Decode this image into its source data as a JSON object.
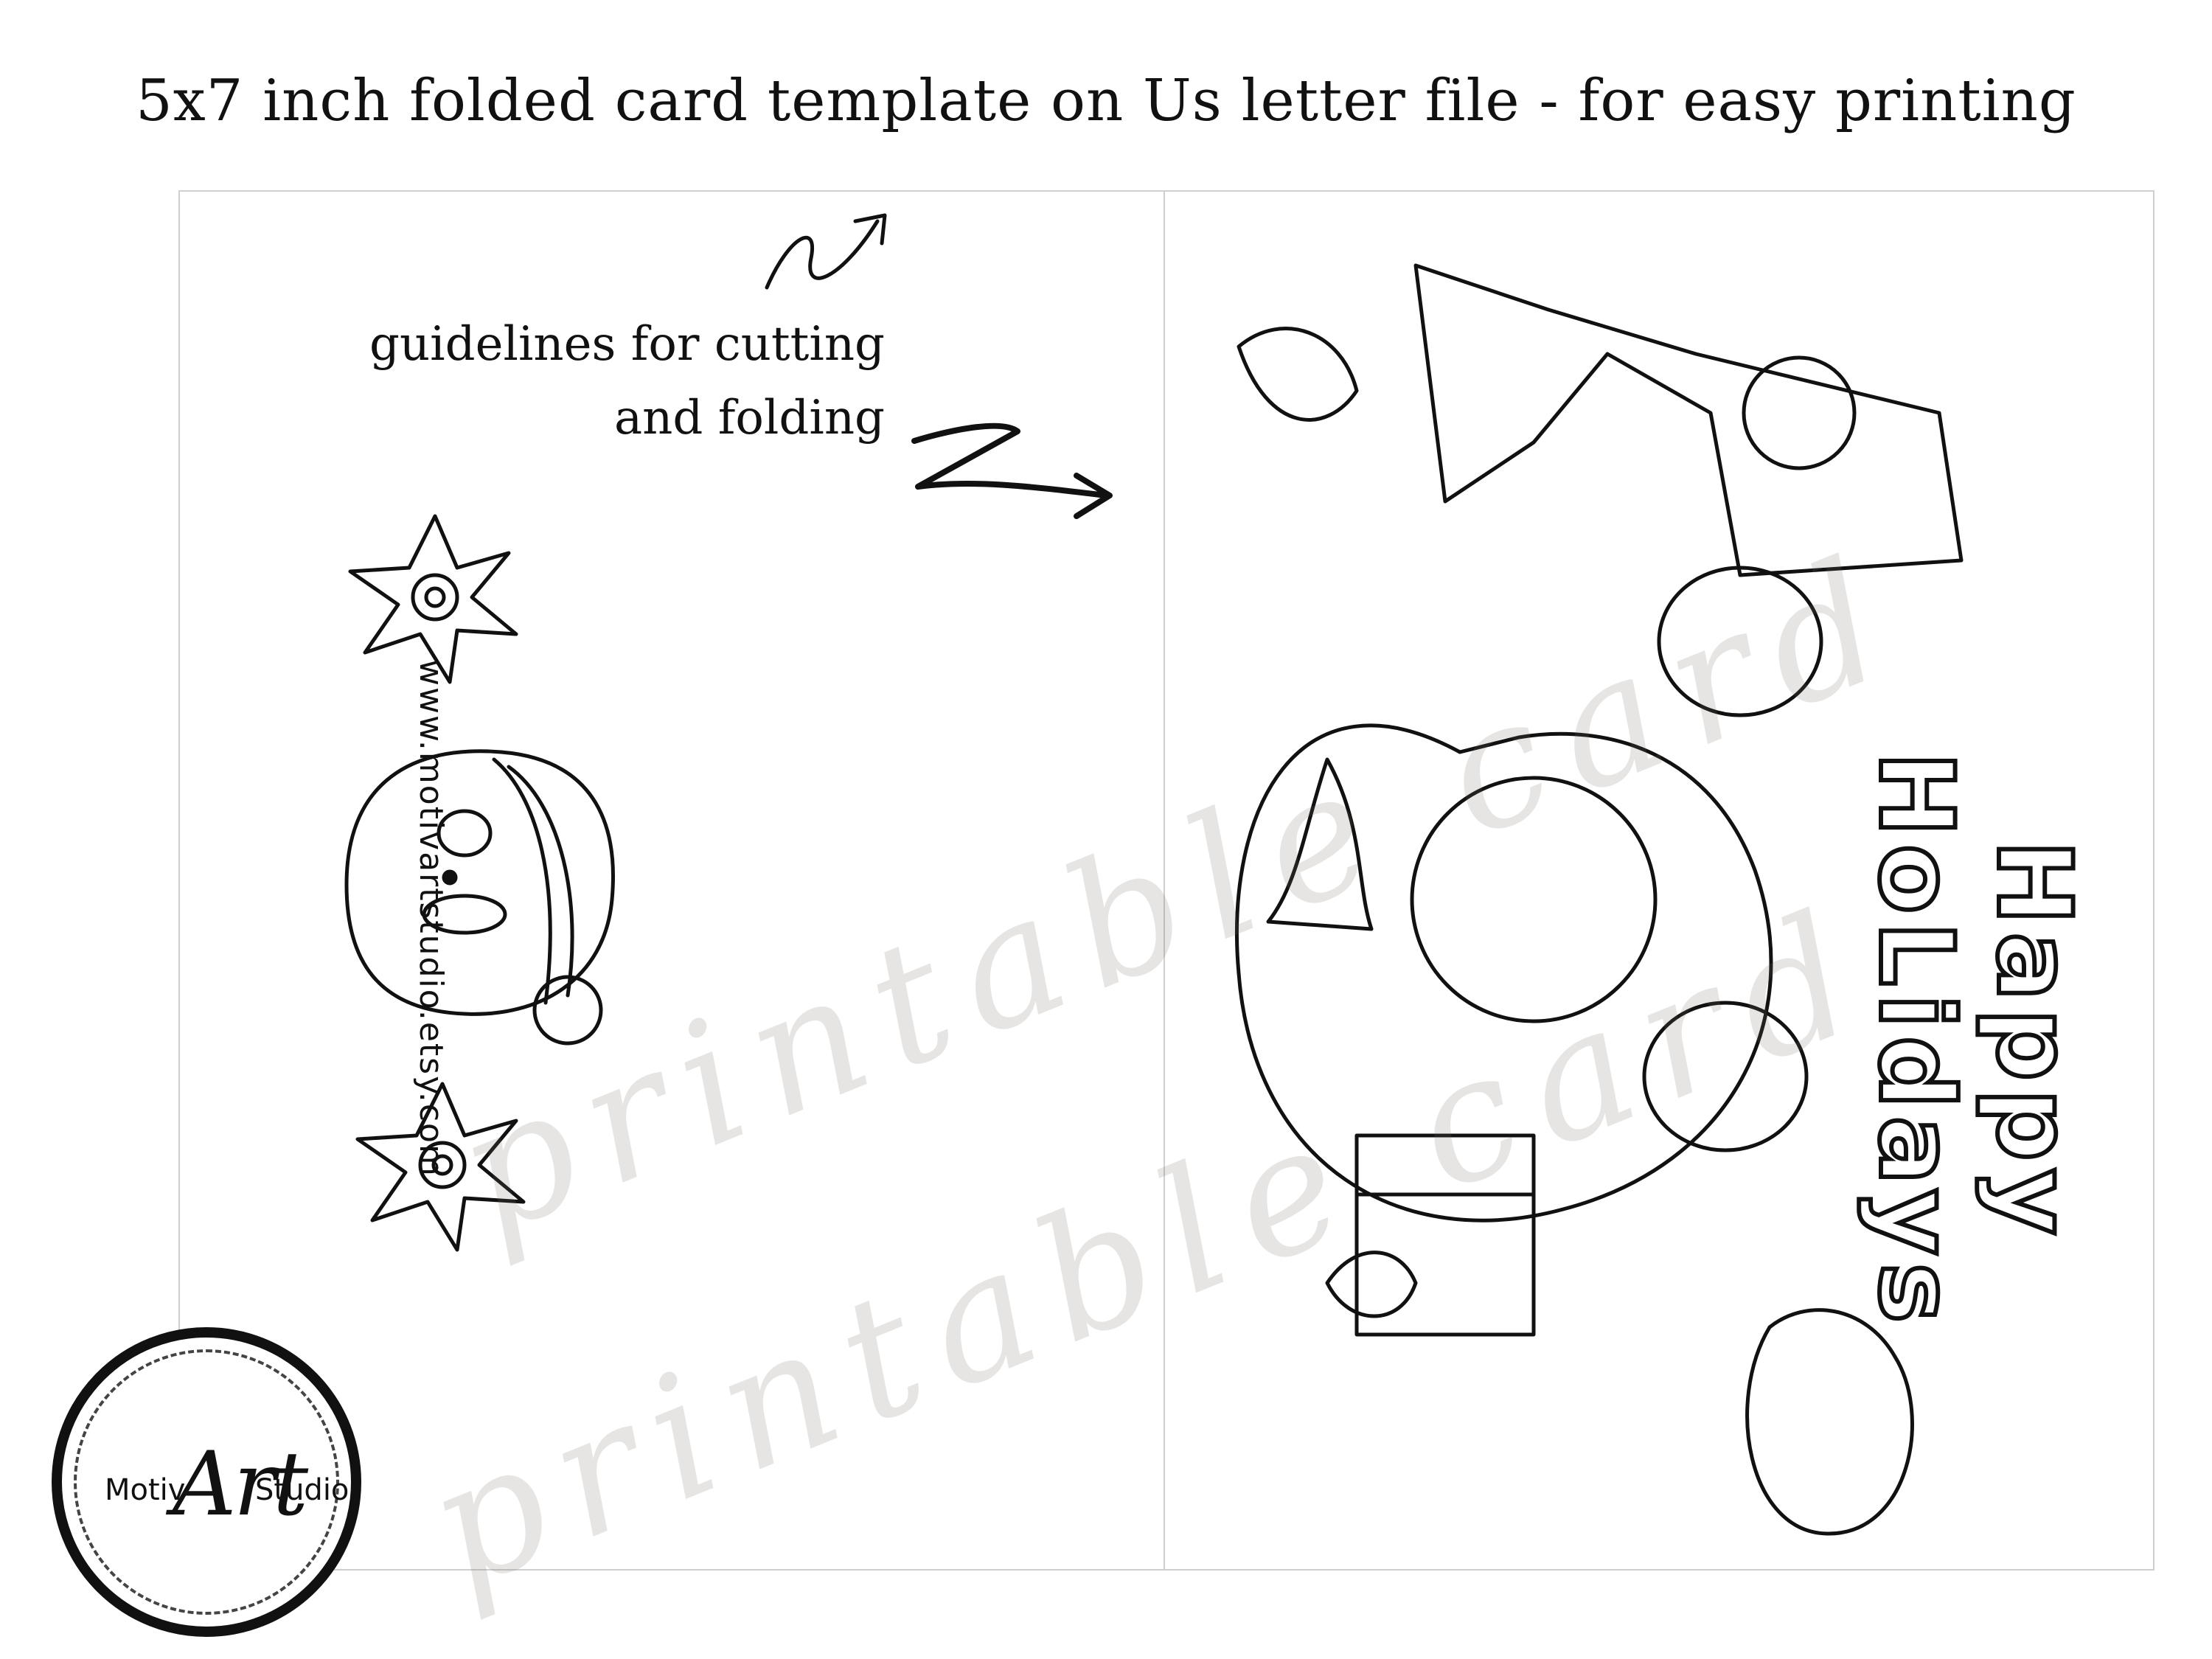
{
  "header": {
    "title": "5x7 inch folded card template on Us letter file - for easy printing"
  },
  "back_panel": {
    "guide_line1": "guidelines for cutting",
    "guide_line2": "and folding",
    "url": "www.motivartstudio.etsy.com"
  },
  "front_panel": {
    "greeting": "Happy HoLidays"
  },
  "watermark": {
    "text": "printable card"
  },
  "logo": {
    "left": "Motiv",
    "middle": "Art",
    "right": "Studio"
  }
}
